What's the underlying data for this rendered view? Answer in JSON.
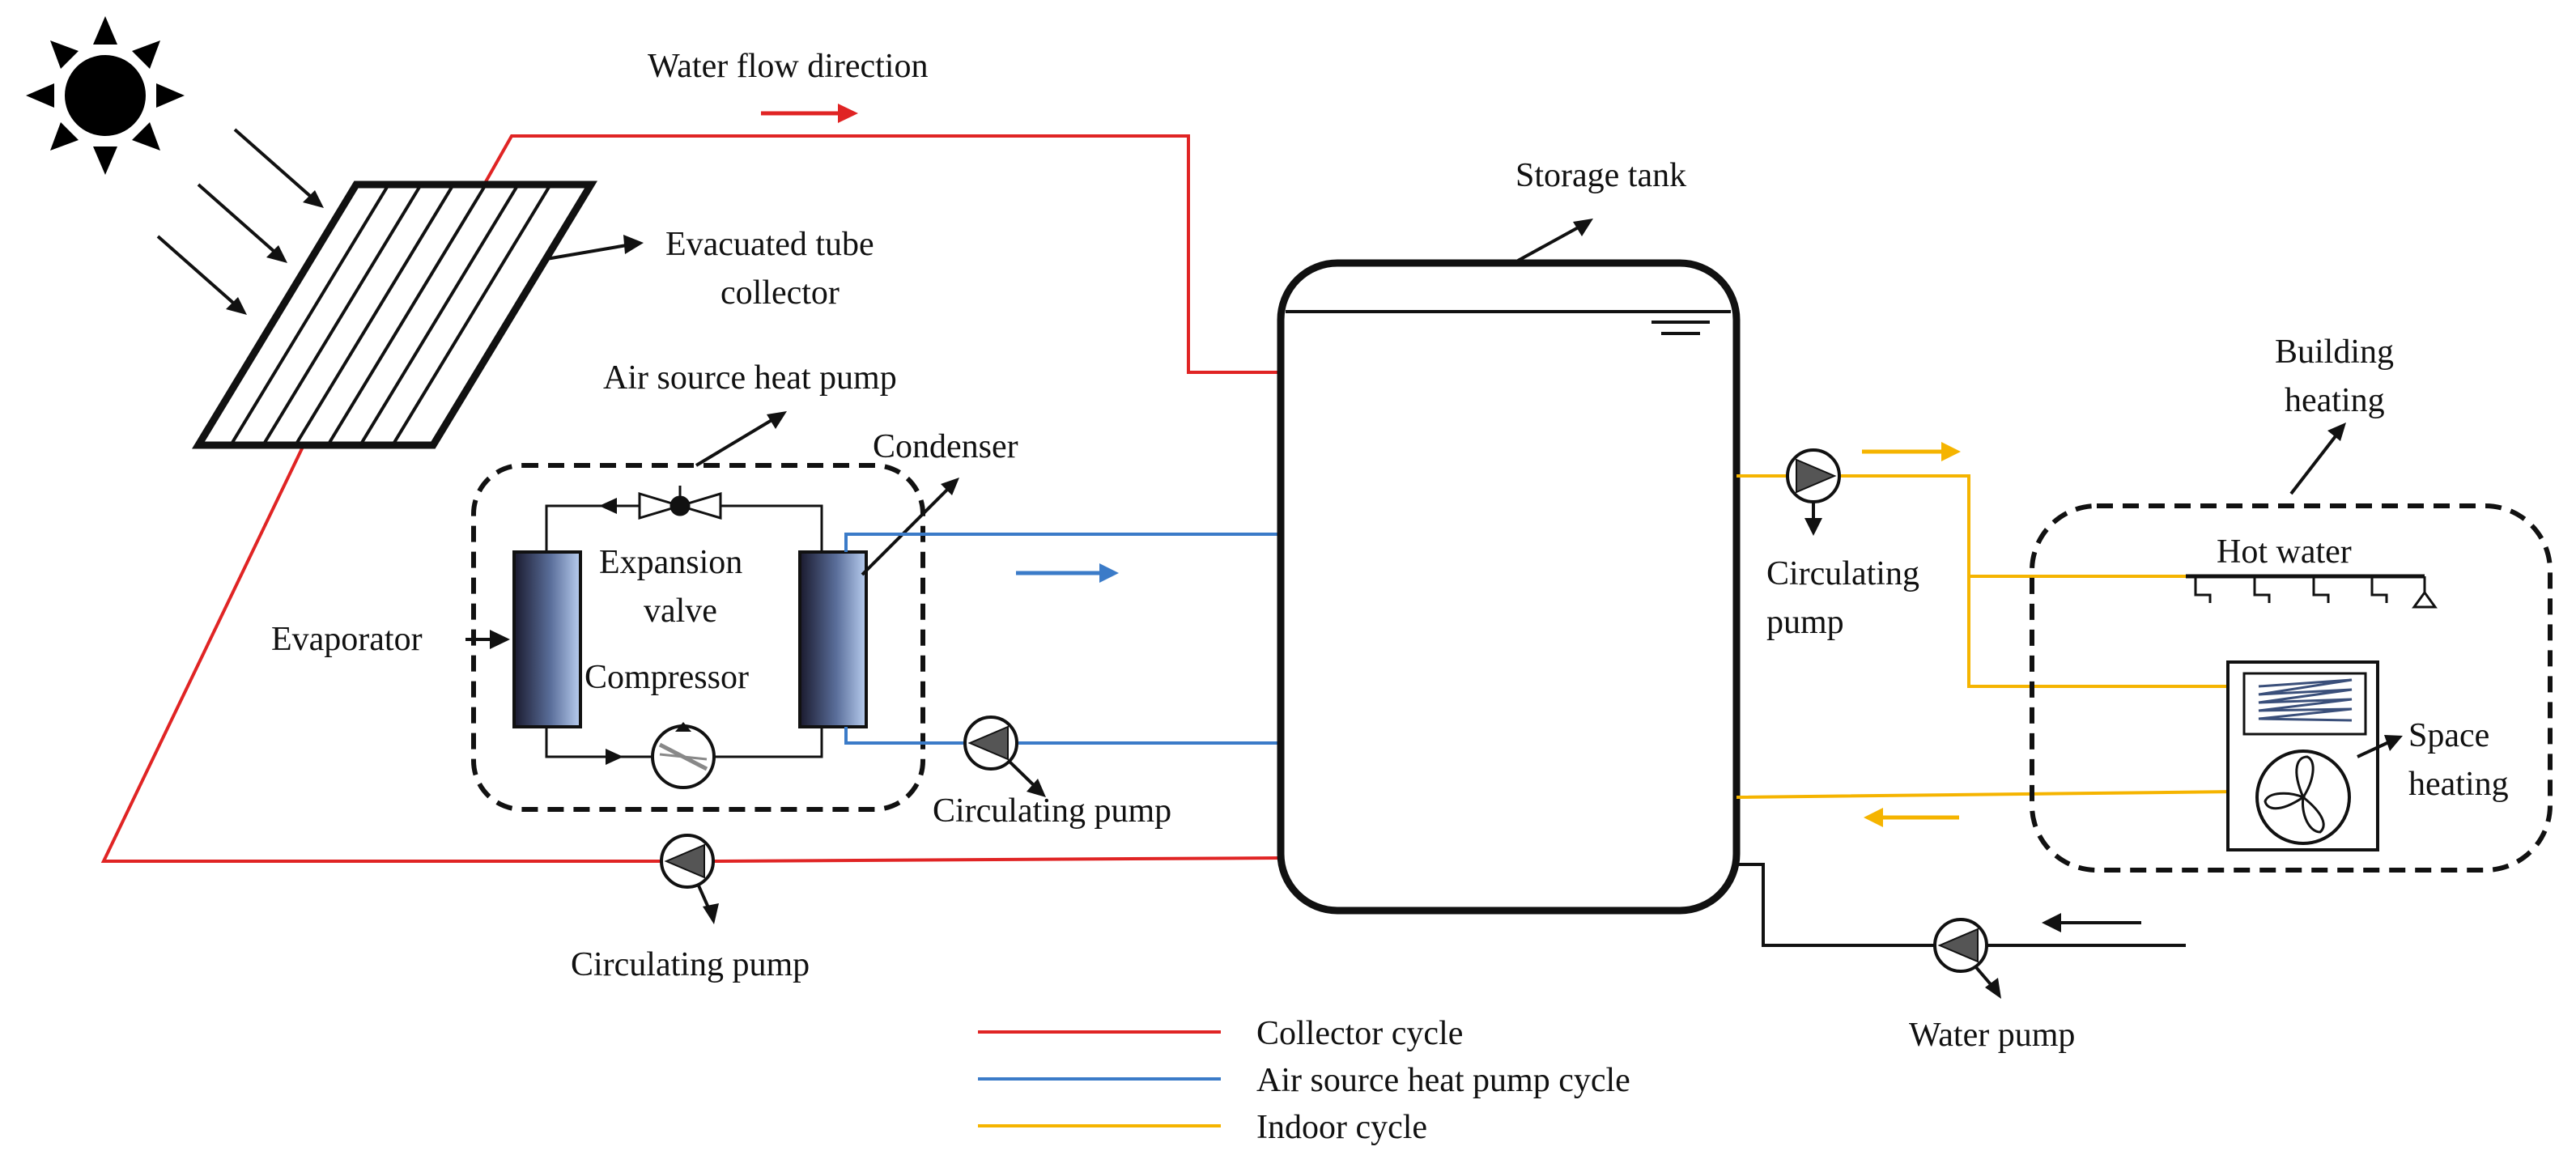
{
  "colors": {
    "collector_cycle": "#e02424",
    "heat_pump_cycle": "#3b7bc8",
    "indoor_cycle": "#f5b400",
    "water_supply": "#111111",
    "outline": "#111111"
  },
  "labels": {
    "water_flow_direction": "Water flow direction",
    "storage_tank": "Storage tank",
    "evacuated_tube_collector_line1": "Evacuated tube",
    "evacuated_tube_collector_line2": "collector",
    "air_source_heat_pump": "Air source heat pump",
    "condenser": "Condenser",
    "expansion_valve_line1": "Expansion",
    "expansion_valve_line2": "valve",
    "evaporator": "Evaporator",
    "compressor": "Compressor",
    "circulating_pump_hp": "Circulating pump",
    "circulating_pump_collector": "Circulating pump",
    "circulating_pump_indoor_line1": "Circulating",
    "circulating_pump_indoor_line2": "pump",
    "building_heating_line1": "Building",
    "building_heating_line2": "heating",
    "hot_water": "Hot water",
    "space_heating_line1": "Space",
    "space_heating_line2": "heating",
    "water_pump": "Water pump"
  },
  "legend": [
    {
      "label": "Collector cycle",
      "color": "#e02424"
    },
    {
      "label": "Air source heat pump cycle",
      "color": "#3b7bc8"
    },
    {
      "label": "Indoor cycle",
      "color": "#f5b400"
    }
  ]
}
